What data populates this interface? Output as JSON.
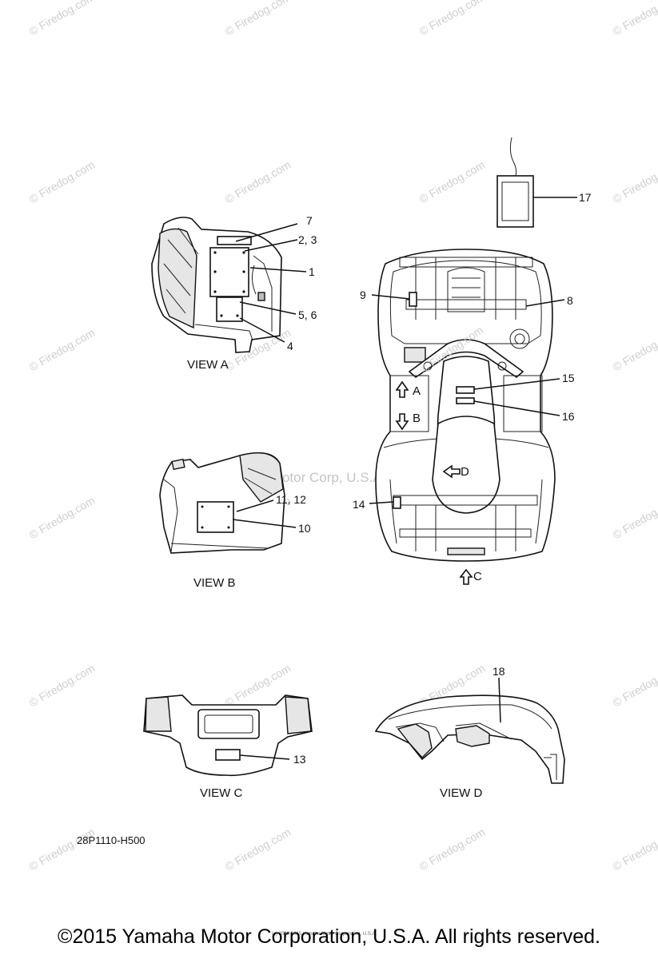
{
  "watermark": {
    "text": "© Firedog.com",
    "center_text": "Yamaha Motor Corp, U.S.A."
  },
  "callouts": {
    "c7": "7",
    "c23": "2, 3",
    "c1": "1",
    "c56": "5, 6",
    "c4": "4",
    "c9": "9",
    "c8": "8",
    "c17": "17",
    "c15": "15",
    "c16": "16",
    "c1112": "11, 12",
    "c10": "10",
    "c14": "14",
    "c13": "13",
    "c18": "18"
  },
  "view_labels": {
    "a": "VIEW A",
    "b": "VIEW B",
    "c": "VIEW C",
    "d": "VIEW D"
  },
  "arrow_labels": {
    "a": "A",
    "b": "B",
    "c": "C",
    "d": "D"
  },
  "part_code": "28P1110-H500",
  "fine_print": "(c) 2008 2015 Yamaha Motor Corporation, U.S.A.",
  "copyright": "©2015 Yamaha Motor Corporation, U.S.A. All rights reserved."
}
